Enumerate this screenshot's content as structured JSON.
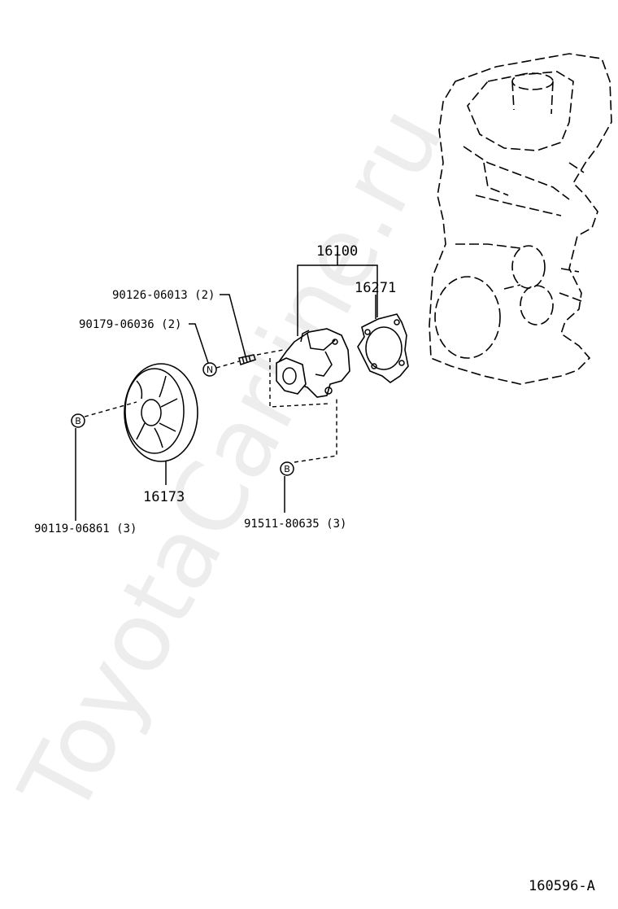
{
  "watermark": "ToyotaCarline.ru",
  "diagram_code": "160596-A",
  "markers": {
    "b": "B",
    "n": "N"
  },
  "parts": {
    "water_pump_assy": "16100",
    "gasket": "16271",
    "stud": "90126-06013 (2)",
    "nut": "90179-06036 (2)",
    "pulley": "16173",
    "pulley_bolt": "90119-06861 (3)",
    "pump_bolt": "91511-80635 (3)"
  }
}
